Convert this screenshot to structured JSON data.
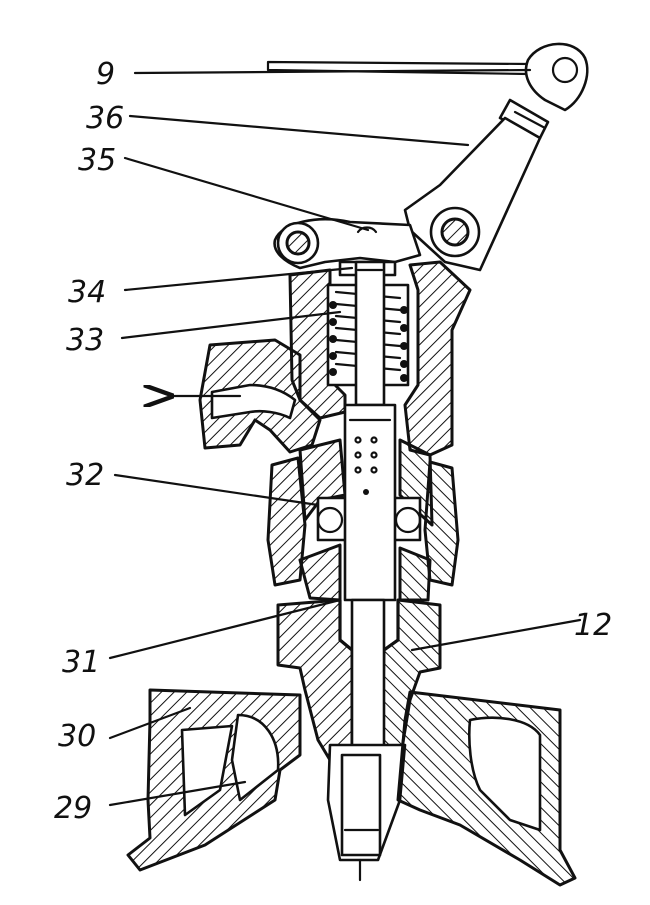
{
  "labels": {
    "l9": "9",
    "l36": "36",
    "l35": "35",
    "l34": "34",
    "l33": "33",
    "l32": "32",
    "l31": "31",
    "l12": "12",
    "l30": "30",
    "l29": "29"
  },
  "colors": {
    "ink": "#111111",
    "paper": "#ffffff"
  }
}
